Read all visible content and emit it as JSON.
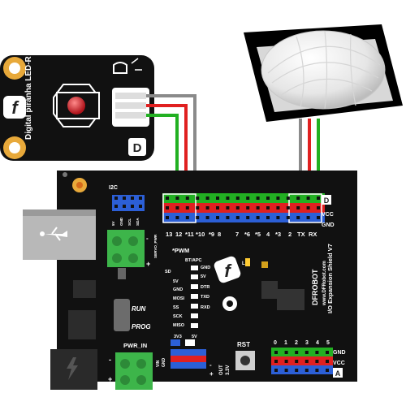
{
  "led_module": {
    "title": "Digital piranha LED-R",
    "badge": "D",
    "logo_glyph": "f"
  },
  "shield": {
    "name": "I/O Expansion Shield V7",
    "brand": "DFROBOT",
    "website": "www.DFRobot.com",
    "logo_glyph": "f",
    "digital_header": {
      "badge": "D",
      "pin_labels": [
        "13",
        "12",
        "*11",
        "*10",
        "*9",
        "8",
        "7",
        "*6",
        "*5",
        "4",
        "*3",
        "2",
        "TX",
        "RX"
      ],
      "row_labels": [
        "VCC",
        "GND"
      ]
    },
    "i2c": {
      "label": "I2C",
      "pins": [
        "5V",
        "GND",
        "SCL",
        "SDA"
      ]
    },
    "servo_pwr": {
      "label": "SERVO_PWR",
      "minus": "-",
      "plus": "+"
    },
    "pwm_label": "*PWM",
    "apc": {
      "header": "BT/APC",
      "left_labels": [
        "SD",
        "5V",
        "GND",
        "MOSI",
        "SS",
        "SCK",
        "MISO"
      ],
      "right_labels": [
        "GND",
        "5V",
        "DTR",
        "TXD",
        "RXD"
      ]
    },
    "l_label": "L",
    "run_label": "RUN",
    "prog_label": "PROG",
    "pwr_in": {
      "label": "PWR_IN",
      "minus": "-",
      "plus": "+",
      "pins": [
        "VIN",
        "GND"
      ]
    },
    "volt_labels": [
      "3V3",
      "5V"
    ],
    "out_label": "OUT",
    "ohm_label": "3.3V",
    "rst_label": "RST",
    "analog_header": {
      "badge": "A",
      "pin_labels": [
        "0",
        "1",
        "2",
        "3",
        "4",
        "5"
      ],
      "row_labels": [
        "GND",
        "VCC"
      ]
    }
  },
  "colors": {
    "board": "#111111",
    "wire_red": "#e02020",
    "wire_green": "#22b022",
    "wire_gray": "#8a8a8a",
    "pad_gold": "#e8a93a",
    "terminal_green": "#3db54a"
  }
}
